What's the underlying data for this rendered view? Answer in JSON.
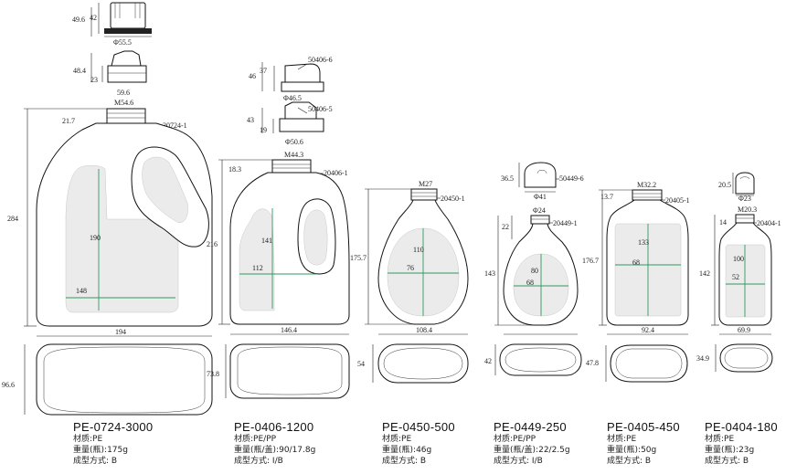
{
  "products": [
    {
      "model": "PE-0724-3000",
      "material_label": "材质:",
      "material": "PE",
      "weight_label": "重量(瓶):",
      "weight": "175g",
      "method_label": "成型方式:",
      "method": "B",
      "dims": {
        "height": "284",
        "width": "194",
        "depth": "96.6",
        "neck_height": "21.7",
        "neck_thread": "M54.6",
        "handle_height": "190",
        "label_width": "148"
      },
      "cap_code": "20724-1",
      "closures": [
        {
          "height_total": "49.6",
          "height": "42",
          "diameter": "Φ55.5"
        },
        {
          "height_total": "48.4",
          "height": "23",
          "diameter": "59.6"
        }
      ]
    },
    {
      "model": "PE-0406-1200",
      "material_label": "材质:",
      "material": "PE/PP",
      "weight_label": "重量(瓶/盖):",
      "weight": "90/17.8g",
      "method_label": "成型方式:",
      "method": "I/B",
      "dims": {
        "height": "216",
        "width": "146.4",
        "depth": "73.8",
        "neck_height": "18.3",
        "neck_thread": "M44.3",
        "handle_height": "141",
        "label_width": "112"
      },
      "cap_code": "20406-1",
      "closures": [
        {
          "code": "50406-6",
          "height_total": "46",
          "height": "37",
          "diameter": "Φ46.5"
        },
        {
          "code": "50406-5",
          "height_total": "43",
          "height": "19",
          "diameter": "Φ50.6"
        }
      ]
    },
    {
      "model": "PE-0450-500",
      "material_label": "材质:",
      "material": "PE",
      "weight_label": "重量(瓶):",
      "weight": "46g",
      "method_label": "成型方式:",
      "method": "B",
      "dims": {
        "height": "175.7",
        "width": "108.4",
        "depth": "54",
        "neck_thread": "M27",
        "handle_height": "110",
        "label_width": "76"
      },
      "cap_code": "20450-1",
      "closures": []
    },
    {
      "model": "PE-0449-250",
      "material_label": "材质:",
      "material": "PE/PP",
      "weight_label": "重量(瓶/盖):",
      "weight": "22/2.5g",
      "method_label": "成型方式:",
      "method": "I/B",
      "dims": {
        "height": "143",
        "width": "",
        "depth": "42",
        "neck_height": "22",
        "neck_thread": "Φ24",
        "handle_height": "80",
        "label_width": "68"
      },
      "cap_code": "20449-1",
      "closures": [
        {
          "code": "50449-6",
          "height": "36.5",
          "diameter": "Φ41"
        }
      ]
    },
    {
      "model": "PE-0405-450",
      "material_label": "材质:",
      "material": "PE",
      "weight_label": "重量(瓶):",
      "weight": "50g",
      "method_label": "成型方式:",
      "method": "B",
      "dims": {
        "height": "176.7",
        "width": "92.4",
        "depth": "47.8",
        "neck_height": "13.7",
        "neck_thread": "M32.2",
        "handle_height": "133",
        "label_width": "68"
      },
      "cap_code": "20405-1",
      "closures": []
    },
    {
      "model": "PE-0404-180",
      "material_label": "材质:",
      "material": "PE",
      "weight_label": "重量(瓶):",
      "weight": "23g",
      "method_label": "成型方式:",
      "method": "B",
      "dims": {
        "height": "142",
        "width": "69.9",
        "depth": "34.9",
        "neck_height": "14",
        "neck_thread": "M20.3",
        "handle_height": "100",
        "label_width": "52"
      },
      "cap_code": "20404-1",
      "closures": [
        {
          "height": "20.5",
          "diameter": "Φ23"
        }
      ]
    }
  ]
}
